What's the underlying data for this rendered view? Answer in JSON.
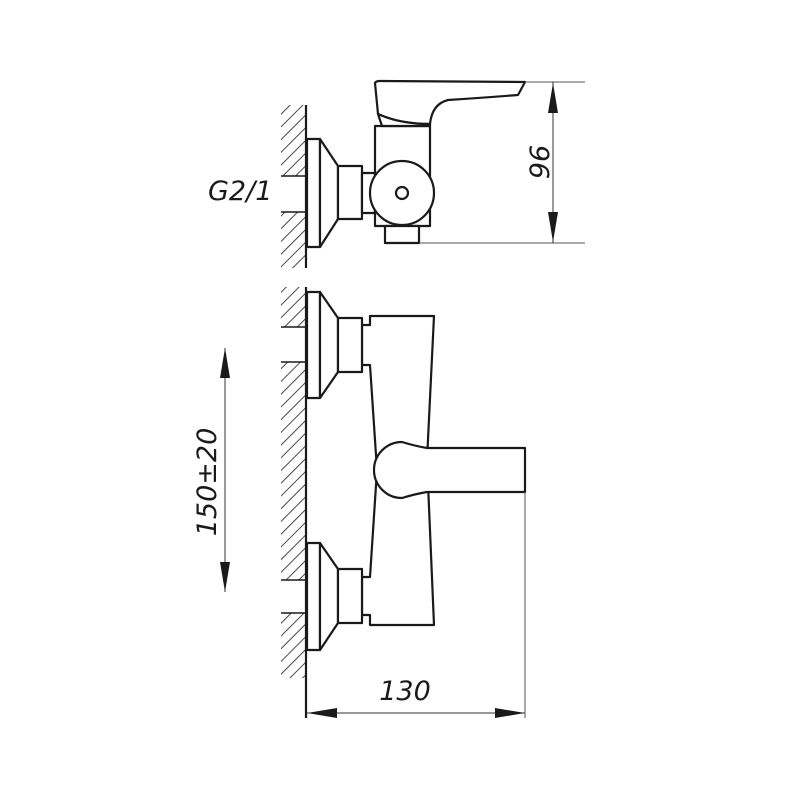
{
  "drawing": {
    "title": "Wall-mounted single-lever mixer — dimension drawing",
    "labels": {
      "thread": "G2/1",
      "height": "96",
      "spacing": "150±20",
      "projection": "130"
    },
    "colors": {
      "line": "#1a1a1a",
      "background": "#ffffff"
    }
  }
}
